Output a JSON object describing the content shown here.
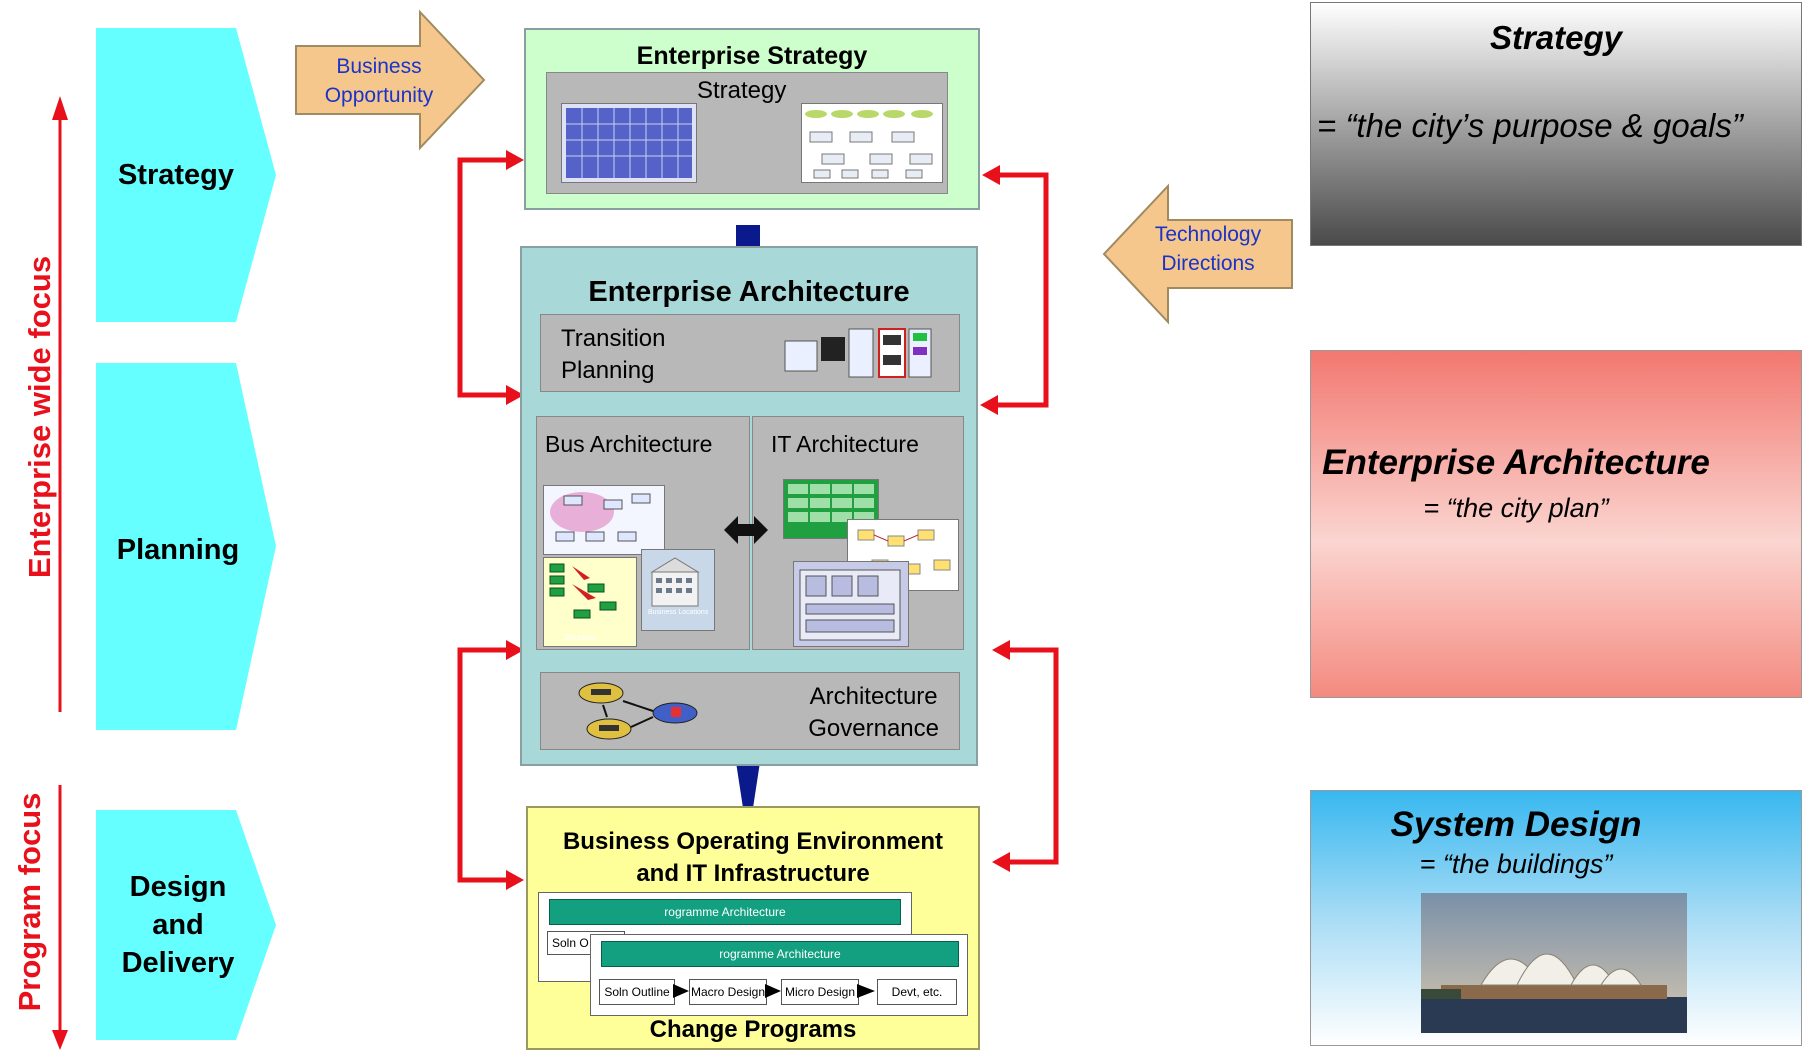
{
  "stages": {
    "strategy": "Strategy",
    "planning": "Planning",
    "design": "Design\nand\nDelivery"
  },
  "side_labels": {
    "enterprise": "Enterprise wide focus",
    "program": "Program  focus"
  },
  "inputs": {
    "business_opportunity": "Business\nOpportunity",
    "technology_directions": "Technology\nDirections"
  },
  "enterprise_strategy": {
    "title": "Enterprise Strategy",
    "inner": "Strategy"
  },
  "enterprise_architecture": {
    "title": "Enterprise Architecture",
    "transition": "Transition\nPlanning",
    "bus": "Bus Architecture",
    "it": "IT Architecture",
    "bus_thumb1": "Structure",
    "bus_thumb2": "Business\nLocations",
    "governance": "Architecture\nGovernance"
  },
  "change": {
    "title": "Business Operating Environment\nand IT Infrastructure",
    "prog_arch": "rogramme Architecture",
    "soln_partial": "Soln O",
    "steps": [
      "Soln Outline",
      "Macro Design",
      "Micro Design",
      "Devt, etc."
    ],
    "footer": "Change Programs"
  },
  "analogies": {
    "strategy_title": "Strategy",
    "strategy_sub": "= “the city’s purpose & goals”",
    "ea_title": "Enterprise Architecture",
    "ea_sub": "= “the city plan”",
    "sd_title": "System Design",
    "sd_sub": "= “the buildings”"
  },
  "colors": {
    "cyan": "#66ffff",
    "red": "#e8101a",
    "link_blue": "#1a34c8",
    "navy": "#0a1a8c"
  }
}
